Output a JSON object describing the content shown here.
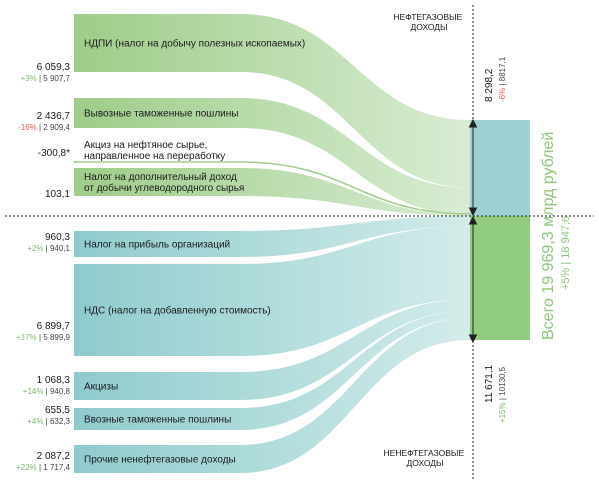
{
  "chart_data": {
    "type": "sankey",
    "unit": "млрд рублей",
    "total": {
      "label": "Всего 19 969,3 млрд рублей",
      "change": "+5%",
      "prev": "18 947,6"
    },
    "groups": {
      "oil": {
        "label_line1": "НЕФТЕГАЗОВЫЕ",
        "label_line2": "ДОХОДЫ",
        "value_text": "8 298,2",
        "change": "-6%",
        "prev": "8817,1"
      },
      "nonoil": {
        "label_line1": "НЕНЕФТЕГАЗОВЫЕ",
        "label_line2": "ДОХОДЫ",
        "value_text": "11 671,1",
        "change": "+15%",
        "prev": "10130,5"
      }
    },
    "flows": [
      {
        "group": "oil",
        "label_lines": [
          "НДПИ (налог на добычу полезных ископаемых)"
        ],
        "value": 6059.3,
        "value_text": "6 059,3",
        "change": "+3%",
        "prev": "5 907,7"
      },
      {
        "group": "oil",
        "label_lines": [
          "Вывозные таможенные пошлины"
        ],
        "value": 2436.7,
        "value_text": "2 436,7",
        "change": "-16%",
        "prev": "2 909,4"
      },
      {
        "group": "oil",
        "label_lines": [
          "Акциз на нефтяное сырье,",
          "направленное на переработку"
        ],
        "value": -300.8,
        "value_text": "-300,8*",
        "change": "",
        "prev": ""
      },
      {
        "group": "oil",
        "label_lines": [
          "Налог на дополнительный доход",
          "от добычи углеводородного сырья"
        ],
        "value": 103.1,
        "value_text": "103,1",
        "change": "",
        "prev": ""
      },
      {
        "group": "nonoil",
        "label_lines": [
          "Налог на прибыль организаций"
        ],
        "value": 960.3,
        "value_text": "960,3",
        "change": "+2%",
        "prev": "940,1"
      },
      {
        "group": "nonoil",
        "label_lines": [
          "НДС (налог на добавленную стоимость)"
        ],
        "value": 6899.7,
        "value_text": "6 899,7",
        "change": "+17%",
        "prev": "5 899,9"
      },
      {
        "group": "nonoil",
        "label_lines": [
          "Акцизы"
        ],
        "value": 1068.3,
        "value_text": "1 068,3",
        "change": "+14%",
        "prev": "940,8"
      },
      {
        "group": "nonoil",
        "label_lines": [
          "Ввозные таможенные пошлины"
        ],
        "value": 655.5,
        "value_text": "655,5",
        "change": "+4%",
        "prev": "632,3"
      },
      {
        "group": "nonoil",
        "label_lines": [
          "Прочие ненефтегазовые доходы"
        ],
        "value": 2087.2,
        "value_text": "2 087,2",
        "change": "+22%",
        "prev": "1 717,4"
      }
    ],
    "colors": {
      "oil_dark": "#9fcd89",
      "oil_light": "#d8ecd3",
      "nonoil_dark": "#8fcbcd",
      "nonoil_light": "#d3ecea",
      "oil_bar": "#9dd1d1",
      "nonoil_bar": "#92cc7f",
      "positive": "#7cb96a",
      "negative": "#e05a4f"
    }
  }
}
